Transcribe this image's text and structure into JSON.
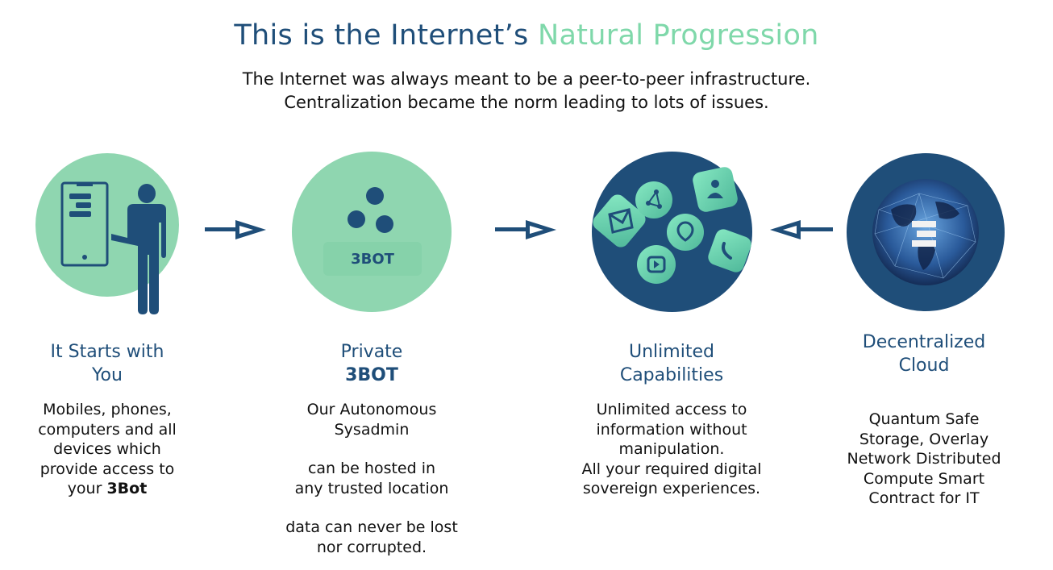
{
  "header": {
    "title_main": "This is the Internet’s",
    "title_accent": "Natural Progression",
    "subtitle_line1": "The Internet was always meant to be a peer-to-peer infrastructure.",
    "subtitle_line2": "Centralization became the norm leading to lots of issues."
  },
  "colors": {
    "dark_blue": "#1f4e79",
    "green": "#8fd6b0",
    "accent": "#7fd8aa"
  },
  "steps": [
    {
      "heading_line1": "It Starts with",
      "heading_line2": "You",
      "body_lines": [
        "Mobiles, phones,",
        "computers and all",
        "devices which",
        "provide access to"
      ],
      "body_last_prefix": "your ",
      "body_last_bold": "3Bot",
      "icon": "person-with-phone-icon"
    },
    {
      "heading_line1": "Private",
      "heading_line2": "3BOT",
      "circle_label": "3BOT",
      "body_lines": [
        "Our Autonomous",
        "Sysadmin",
        "can be hosted in",
        "any trusted location",
        "data can never be lost",
        "nor corrupted."
      ],
      "icon": "three-dots-icon"
    },
    {
      "heading_line1": "Unlimited",
      "heading_line2": "Capabilities",
      "body_lines": [
        "Unlimited access to",
        "information without",
        "manipulation.",
        "All your required digital",
        "sovereign experiences."
      ],
      "icon": "app-tiles-icon"
    },
    {
      "heading_line1": "Decentralized",
      "heading_line2": "Cloud",
      "body_lines": [
        "Quantum Safe",
        "Storage, Overlay",
        "Network Distributed",
        "Compute Smart",
        "Contract for IT"
      ],
      "icon": "globe-icon"
    }
  ]
}
